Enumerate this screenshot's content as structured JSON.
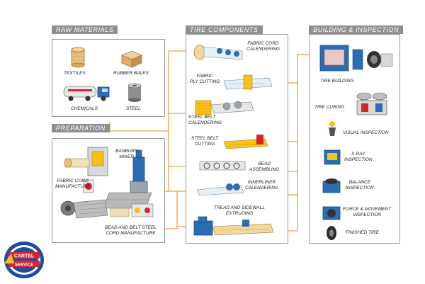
{
  "sections": {
    "raw_materials": "RAW MATERIALS",
    "preparation": "PREPARATION",
    "tire_components": "TIRE COMPONENTS",
    "building_inspection": "BUILDING & INSPECTION"
  },
  "raw_materials": {
    "textiles": "TEXTILES",
    "rubber_bales": "RUBBER BALES",
    "chemicals": "CHEMICALS",
    "steel": "STEEL"
  },
  "preparation": {
    "banbury_line1": "BANBURY",
    "banbury_line2": "MIXER",
    "fabric_line1": "FABRIC CORD",
    "fabric_line2": "MANUFACTURE",
    "bead_line1": "BEAD AND BELT STEEL",
    "bead_line2": "CORD MANUFACTURE"
  },
  "components": {
    "fabric_cal_1": "FABRIC CORD",
    "fabric_cal_2": "CALENDERING",
    "ply_1": "FABRIC",
    "ply_2": "PLY CUTTING",
    "steel_cal_1": "STEEL BELT",
    "steel_cal_2": "CALENDERING",
    "steel_cut_1": "STEEL BELT",
    "steel_cut_2": "CUTTING",
    "bead_1": "BEAD",
    "bead_2": "ASSEMBLING",
    "inner_1": "INNERLINER",
    "inner_2": "CALENDERING",
    "tread_1": "TREAD AND SIDEWALL",
    "tread_2": "EXTRUDING"
  },
  "building": {
    "tire_building": "TIRE BUILDING",
    "tire_curing": "TIRE CURING",
    "visual": "VISUAL INSPECTION",
    "xray_1": "X-RAY",
    "xray_2": "INSPECTION",
    "balance_1": "BALANCE",
    "balance_2": "INSPECTION",
    "force_1": "FORCE & MOVEMENT",
    "force_2": "INSPECTION",
    "finished": "FINISHED TIRE"
  },
  "logo": {
    "line1": "CARTEL",
    "line2": "SERVICE"
  },
  "colors": {
    "arrow": "#f2a241",
    "panel_header": "#8f8f8f",
    "machine_blue": "#2a6db3",
    "logo_red": "#d8242b",
    "logo_blue": "#1c4fa0",
    "logo_yellow": "#f6c21a"
  }
}
